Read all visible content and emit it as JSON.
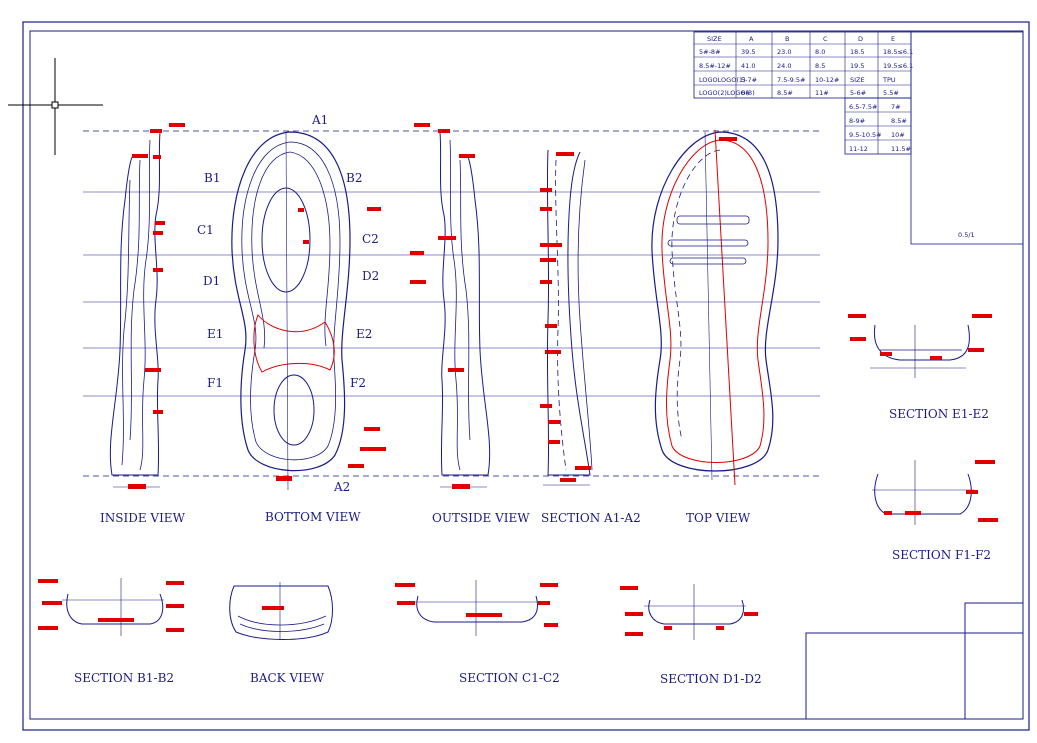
{
  "size_table": {
    "headers": [
      "SIZE",
      "A",
      "B",
      "C",
      "D",
      "E"
    ],
    "rows": [
      [
        "5#-8#",
        "39.5",
        "23.0",
        "8.0",
        "18.5",
        "18.5≤6.1"
      ],
      [
        "8.5#-12#",
        "41.0",
        "24.0",
        "8.5",
        "19.5",
        "19.5≤6.1"
      ],
      [
        "LOGOLOGO(1)",
        "5-7#",
        "7.5-9.5#",
        "10-12#",
        "SIZE",
        "TPU"
      ],
      [
        "LOGO(2)LOGO(3)",
        "6#",
        "8.5#",
        "11#",
        "5-6#",
        "5.5#"
      ]
    ],
    "side_rows": [
      [
        "6.5-7.5#",
        "7#"
      ],
      [
        "8-9#",
        "8.5#"
      ],
      [
        "9.5-10.5#",
        "10#"
      ],
      [
        "11-12",
        "11.5#"
      ]
    ],
    "scale": "0.5/1"
  },
  "markers": {
    "a1": "A1",
    "a2": "A2",
    "b1": "B1",
    "b2": "B2",
    "c1": "C1",
    "c2": "C2",
    "d1": "D1",
    "d2": "D2",
    "e1": "E1",
    "e2": "E2",
    "f1": "F1",
    "f2": "F2"
  },
  "views": {
    "inside": "INSIDE VIEW",
    "bottom": "BOTTOM VIEW",
    "outside": "OUTSIDE VIEW",
    "section_a": "SECTION A1-A2",
    "top": "TOP VIEW",
    "section_e": "SECTION E1-E2",
    "section_f": "SECTION F1-F2",
    "section_b": "SECTION B1-B2",
    "back": "BACK VIEW",
    "section_c": "SECTION C1-C2",
    "section_d": "SECTION D1-D2"
  },
  "colors": {
    "line": "#1a1a8c",
    "dimension": "#e00000"
  }
}
